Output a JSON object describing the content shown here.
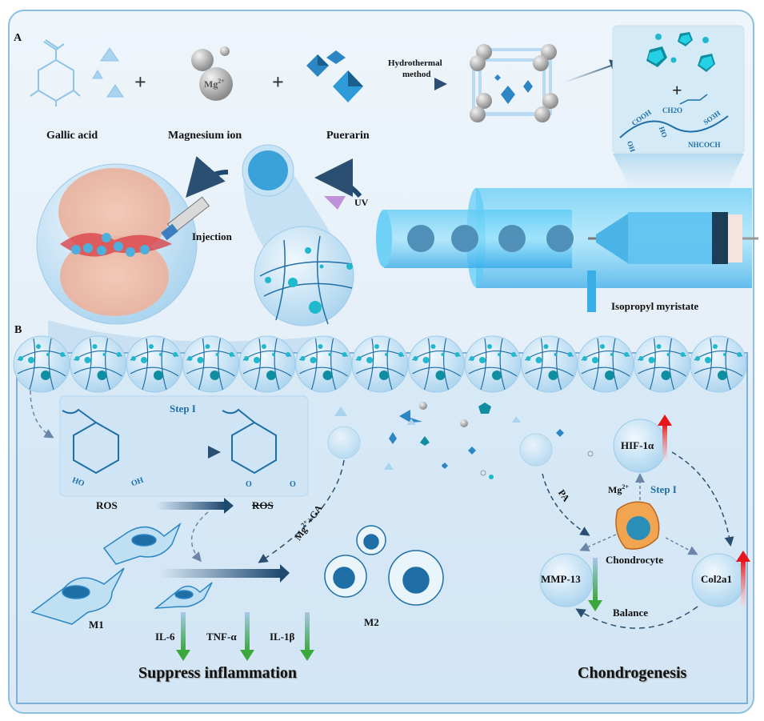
{
  "panels": {
    "a": {
      "letter": "A",
      "reagents": [
        {
          "label": "Gallic acid",
          "icon": "gallic-acid-structure"
        },
        {
          "label": "Magnesium ion",
          "icon": "mg-ion-spheres",
          "symbol": "Mg2+"
        },
        {
          "label": "Puerarin",
          "icon": "puerarin-crystals"
        }
      ],
      "plus": "+",
      "process": {
        "line1": "Hydrothermal",
        "line2": "method"
      },
      "inset": {
        "plus": "+",
        "groups": [
          "COOH",
          "CH2O",
          "SO3H",
          "OH",
          "HO",
          "NHCOCH"
        ]
      },
      "uv_label": "UV",
      "injection_label": "Injection",
      "microfluidic_label": "Isopropyl myristate"
    },
    "b": {
      "letter": "B",
      "step_box": {
        "title": "Step I",
        "left_groups": [
          "HO",
          "OH"
        ],
        "right_groups": [
          "O",
          "O"
        ]
      },
      "ros_label": "ROS",
      "ros_struck_label": "ROS",
      "m1_label": "M1",
      "m2_label": "M2",
      "path_label": "Mg2+ +GA",
      "cytokines": [
        {
          "label": "IL-6",
          "trend": "down"
        },
        {
          "label": "TNF-α",
          "trend": "down"
        },
        {
          "label": "IL-1β",
          "trend": "down"
        }
      ],
      "inflammation_title": "Suppress inflammation",
      "pa_label": "PA",
      "mg_label": "Mg2+",
      "step_label": "Step I",
      "hif_label": "HIF-1α",
      "hif_trend": "up",
      "chondrocyte_label": "Chondrocyte",
      "mmp_label": "MMP-13",
      "mmp_trend": "down",
      "col_label": "Col2a1",
      "col_trend": "up",
      "balance_label": "Balance",
      "chondro_title": "Chondrogenesis"
    }
  },
  "colors": {
    "frame": "#8dbfe0",
    "bg": "#e6f0f9",
    "accent": "#1f6fa6",
    "cyan": "#1fb8cc",
    "up": "#e8151b",
    "down": "#3aa83a",
    "arrow": "#2b4f72"
  }
}
